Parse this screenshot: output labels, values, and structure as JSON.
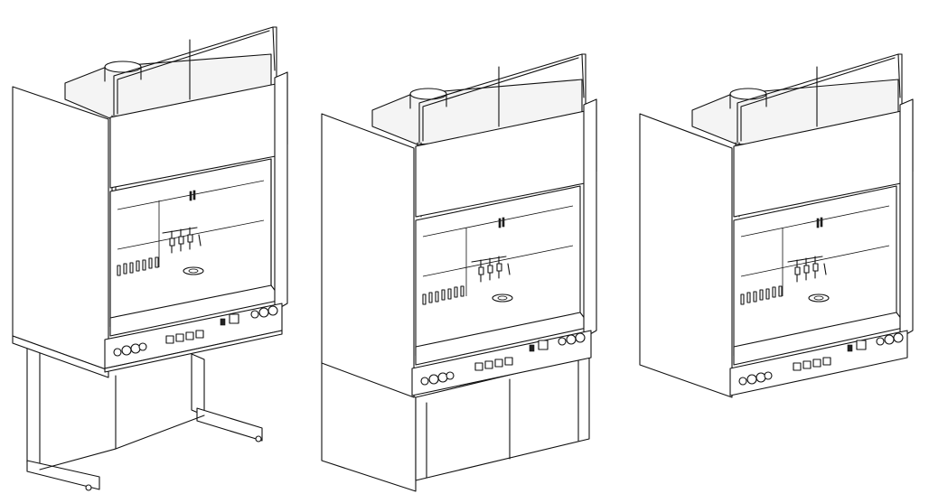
{
  "drawing": {
    "colors": {
      "line": "#111111",
      "background": "#ffffff",
      "panel": "#f4f4f4"
    },
    "hoods": [
      {
        "id": "hood-1",
        "variant": "open-steel-frame-stand",
        "controls": {
          "switches": 4,
          "valves_left": 3,
          "valves_right": 3,
          "sockets": 1
        }
      },
      {
        "id": "hood-2",
        "variant": "enclosed-panel-base",
        "controls": {
          "switches": 4,
          "valves_left": 3,
          "valves_right": 3,
          "sockets": 1
        }
      },
      {
        "id": "hood-3",
        "variant": "benchtop-no-base",
        "controls": {
          "switches": 4,
          "valves_left": 3,
          "valves_right": 3,
          "sockets": 1
        }
      }
    ]
  }
}
